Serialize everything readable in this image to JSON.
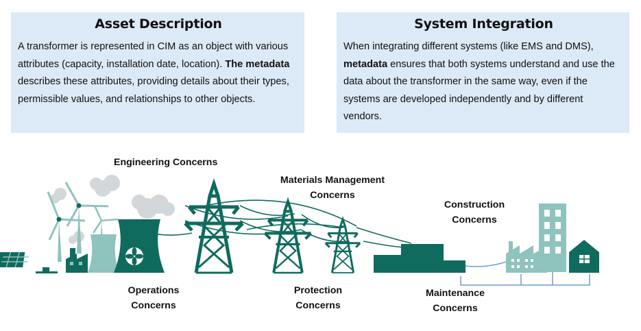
{
  "asset_description": {
    "title": "Asset Description",
    "text_1": "A transformer is represented in CIM as an object with various attributes (capacity, installation date, location). ",
    "text_bold": "The metadata",
    "text_2": " describes these attributes, providing details about their types, permissible values, and relationships to other objects."
  },
  "system_integration": {
    "title": "System Integration",
    "text_1": "When integrating different systems (like EMS and DMS), ",
    "text_bold": "metadata",
    "text_2": " ensures that both systems understand and use the data about the transformer in the same way, even if the systems are developed independently and by different vendors."
  },
  "concerns": {
    "engineering": "Engineering Concerns",
    "materials_1": "Materials Management",
    "materials_2": "Concerns",
    "construction_1": "Construction",
    "construction_2": "Concerns",
    "operations_1": "Operations",
    "operations_2": "Concerns",
    "protection_1": "Protection",
    "protection_2": "Concerns",
    "maintenance_1": "Maintenance",
    "maintenance_2": "Concerns"
  },
  "colors": {
    "box_bg": "#dce9f6",
    "teal_dark": "#0f6b5e",
    "teal_light": "#8fc3bd",
    "smoke": "#d4d7d9",
    "wire_blue": "#6a9bd1"
  },
  "icons": [
    "solar-panel-icon",
    "wind-turbine-icon",
    "factory-icon",
    "power-plant-icon",
    "transmission-tower-icon",
    "transformer-block-icon",
    "industrial-factory-icon",
    "office-building-icon",
    "house-icon"
  ]
}
